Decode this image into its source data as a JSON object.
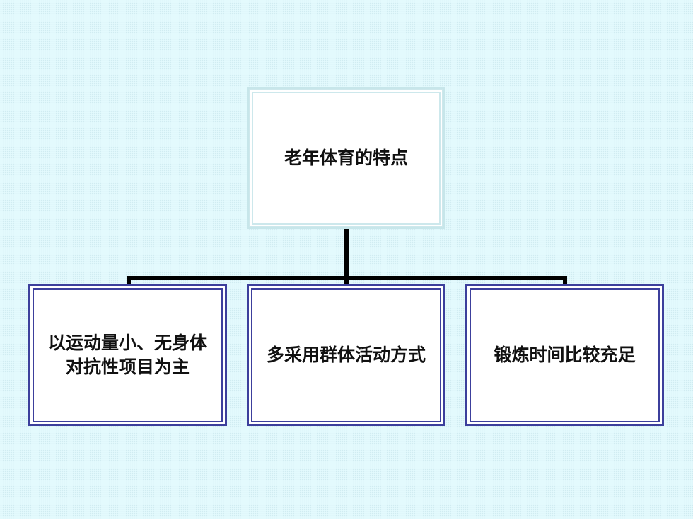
{
  "diagram": {
    "root": {
      "label": "老年体育的特点"
    },
    "children": [
      {
        "label": "以运动量小、无身体对抗性项目为主"
      },
      {
        "label": "多采用群体活动方式"
      },
      {
        "label": "锻炼时间比较充足"
      }
    ]
  }
}
